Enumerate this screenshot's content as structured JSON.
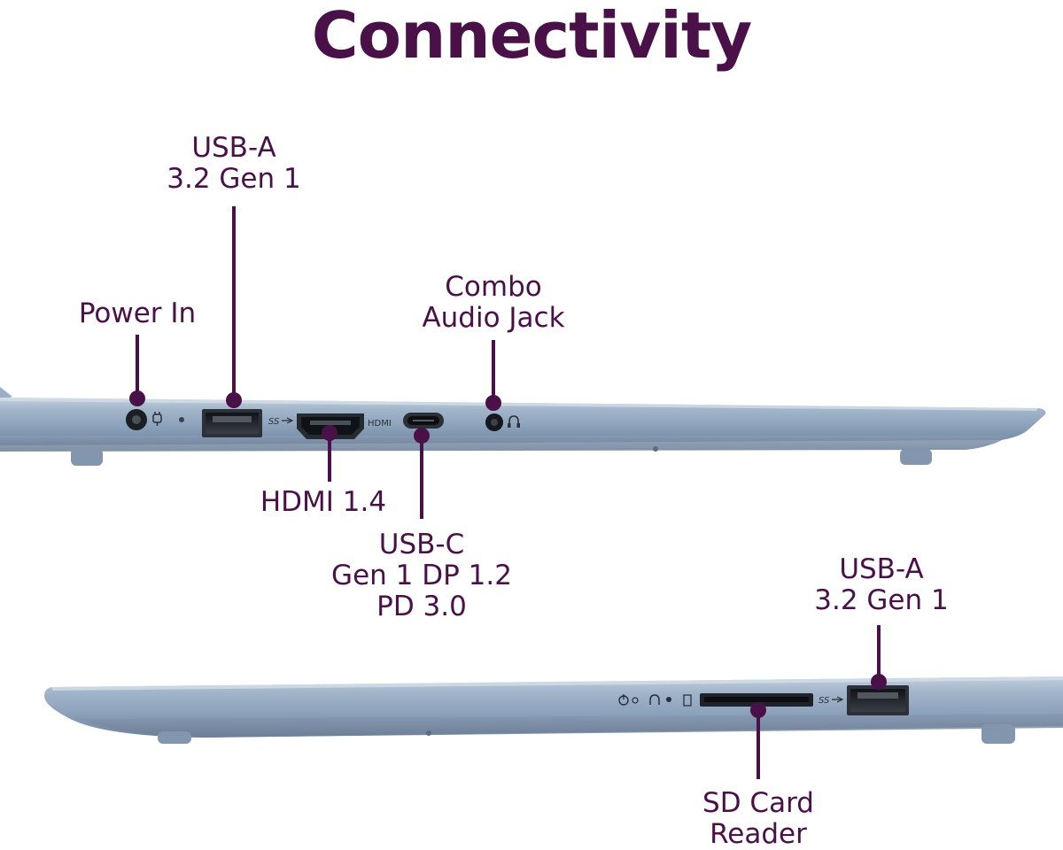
{
  "title": "Connectivity",
  "colors": {
    "label": "#4a1148",
    "leader": "#4a1148",
    "chassis": "#93a8c0",
    "chassis_top": "#b3c4d6",
    "chassis_bottom": "#6d8099",
    "port": "#1f2329"
  },
  "left_side_view": {
    "power_in": {
      "line1": "Power In"
    },
    "usb_a": {
      "line1": "USB-A",
      "line2": "3.2 Gen 1"
    },
    "combo_audio": {
      "line1": "Combo",
      "line2": "Audio Jack"
    },
    "hdmi": {
      "line1": "HDMI 1.4"
    },
    "usb_c": {
      "line1": "USB-C",
      "line2": "Gen 1 DP 1.2",
      "line3": "PD 3.0"
    },
    "hdmi_port_text": "HDMI",
    "ss_text": "SS"
  },
  "right_side_view": {
    "usb_a": {
      "line1": "USB-A",
      "line2": "3.2 Gen 1"
    },
    "sd_card": {
      "line1": "SD Card",
      "line2": "Reader"
    },
    "ss_text": "SS"
  }
}
